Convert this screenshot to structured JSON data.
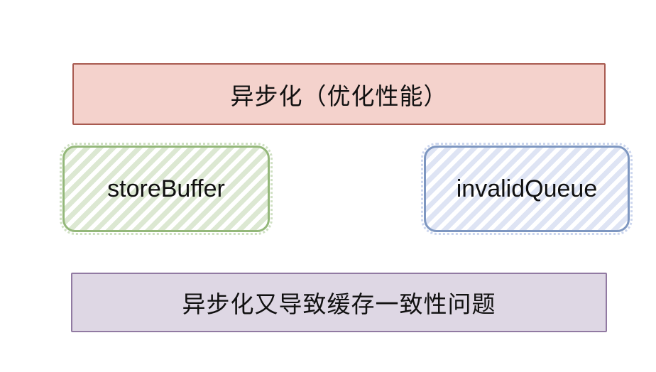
{
  "canvas": {
    "background": "#ffffff"
  },
  "top_banner": {
    "label": "异步化（优化性能）",
    "fill_color": "#f4d2cc",
    "border_color": "#a85a50",
    "text_color": "#111111"
  },
  "store_buffer_node": {
    "label": "storeBuffer",
    "border_color": "#94b87a",
    "stripe_color": "#dce8d2",
    "stripe_direction": "bottom-left-to-top-right",
    "text_color": "#111111"
  },
  "invalid_queue_node": {
    "label": "invalidQueue",
    "border_color": "#7e97c1",
    "stripe_color": "#dee4f4",
    "stripe_direction": "bottom-left-to-top-right",
    "text_color": "#111111"
  },
  "bottom_banner": {
    "label": "异步化又导致缓存一致性问题",
    "fill_color": "#ded7e4",
    "border_color": "#917aa2",
    "text_color": "#111111"
  }
}
